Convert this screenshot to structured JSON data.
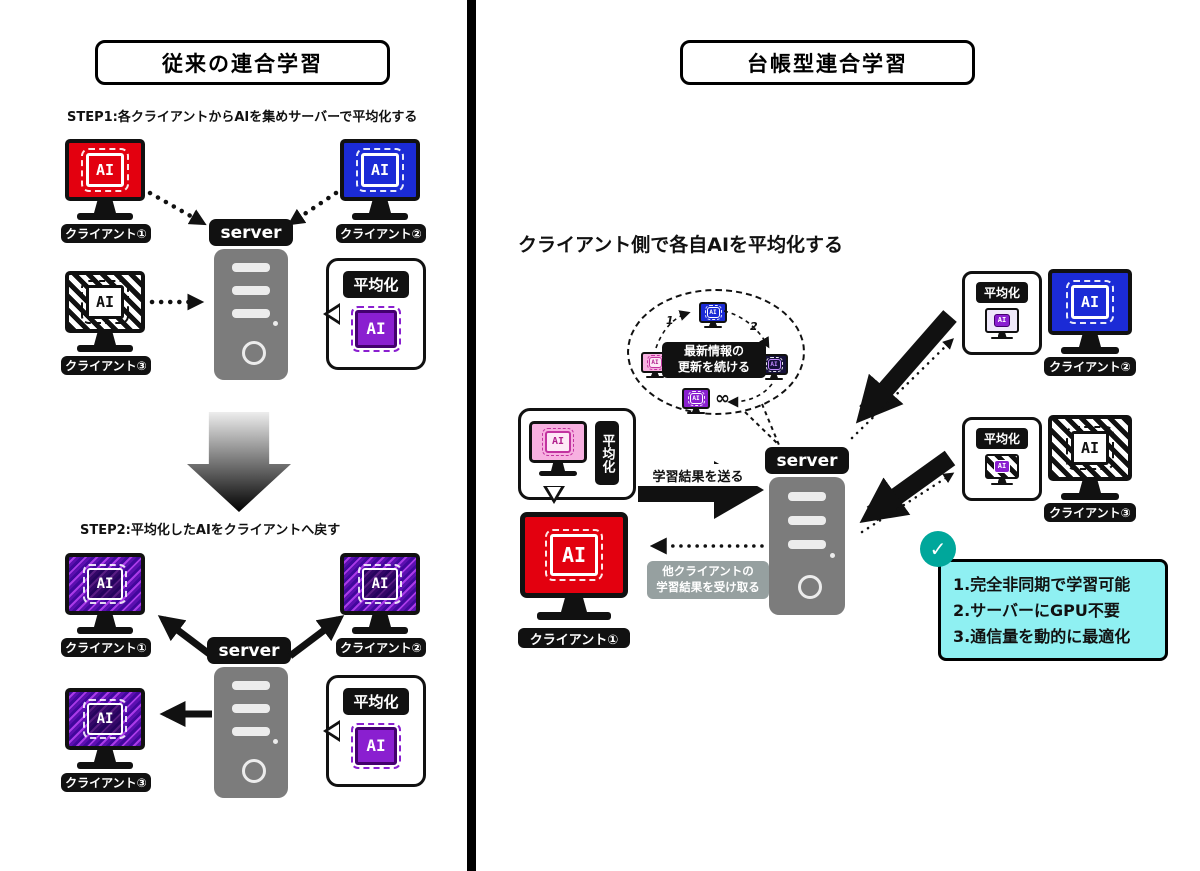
{
  "common": {
    "ai": "AI",
    "averaging": "平均化",
    "server": "server"
  },
  "colors": {
    "red": "#e3000f",
    "blue": "#1b2bd6",
    "purple": "#8a1fd0",
    "cyan": "#8ff0f2",
    "teal": "#00a79b",
    "server_gray": "#7c7c7c",
    "pink": "#f7b0e0"
  },
  "left": {
    "title": "従来の連合学習",
    "step1_heading": "STEP1:各クライアントからAIを集めサーバーで平均化する",
    "step2_heading": "STEP2:平均化したAIをクライアントへ戻す",
    "clients": [
      "クライアント①",
      "クライアント②",
      "クライアント③"
    ]
  },
  "right": {
    "title": "台帳型連合学習",
    "headline": "クライアント側で各自AIを平均化する",
    "cloud": {
      "line1": "最新情報の",
      "line2": "更新を続ける",
      "seq1": "1",
      "seq2": "2",
      "infinity": "∞"
    },
    "send_label": "学習結果を送る",
    "receive_line1": "他クライアントの",
    "receive_line2": "学習結果を受け取る",
    "clients": [
      "クライアント①",
      "クライアント②",
      "クライアント③"
    ],
    "check": "✓",
    "benefits": [
      "1.完全非同期で学習可能",
      "2.サーバーにGPU不要",
      "3.通信量を動的に最適化"
    ]
  }
}
